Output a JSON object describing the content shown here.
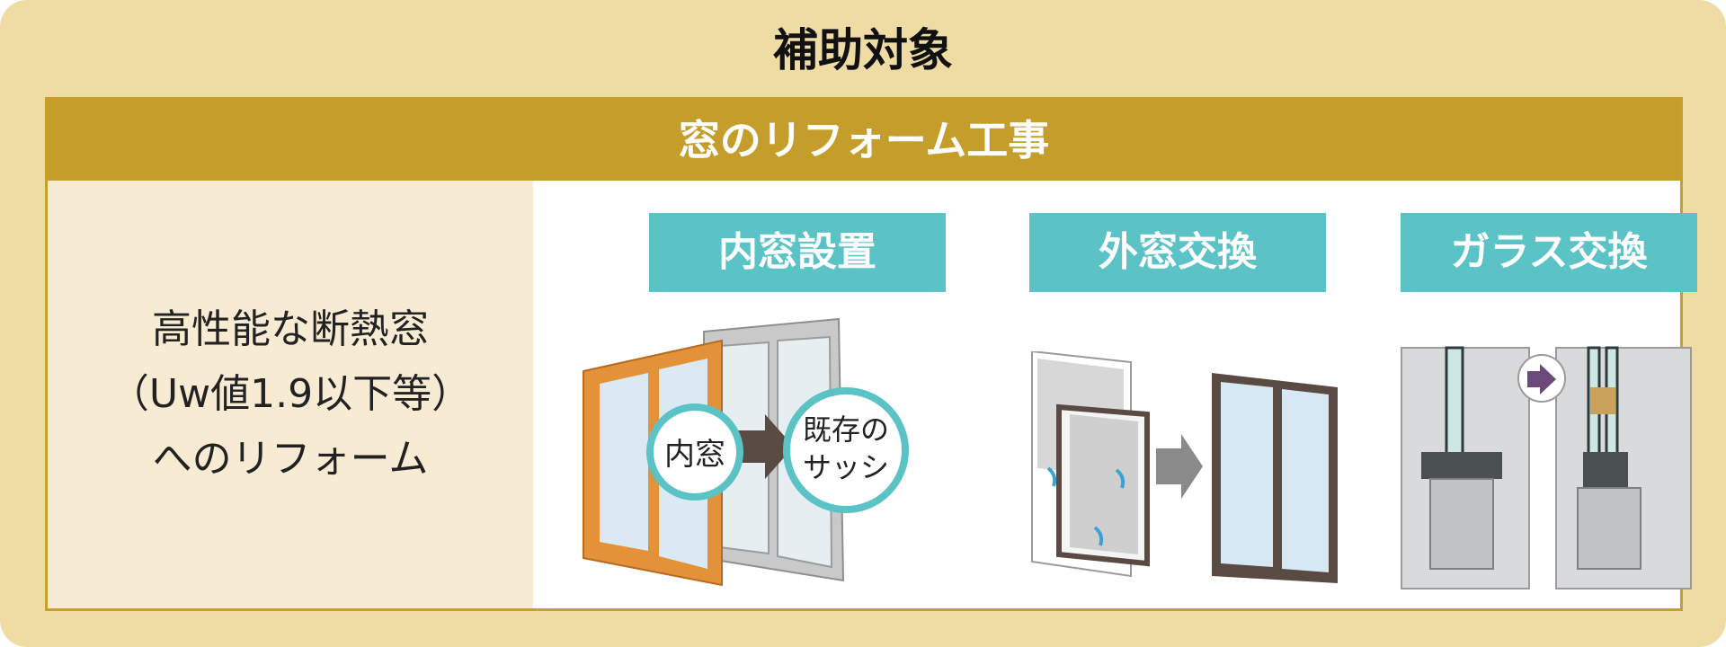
{
  "heading": "補助対象",
  "band_title": "窓のリフォーム工事",
  "left_lines": [
    "高性能な断熱窓",
    "（Uw値1.9以下等）",
    "へのリフォーム"
  ],
  "items": [
    {
      "label": "内窓設置",
      "bubble_left": "内窓",
      "bubble_right_line1": "既存の",
      "bubble_right_line2": "サッシ"
    },
    {
      "label": "外窓交換"
    },
    {
      "label": "ガラス交換"
    }
  ],
  "colors": {
    "outer_bg": "#eedca4",
    "band": "#c49d2b",
    "label": "#5bc2c6",
    "frame_orange": "#e3923a",
    "frame_brown": "#5a4a44"
  }
}
